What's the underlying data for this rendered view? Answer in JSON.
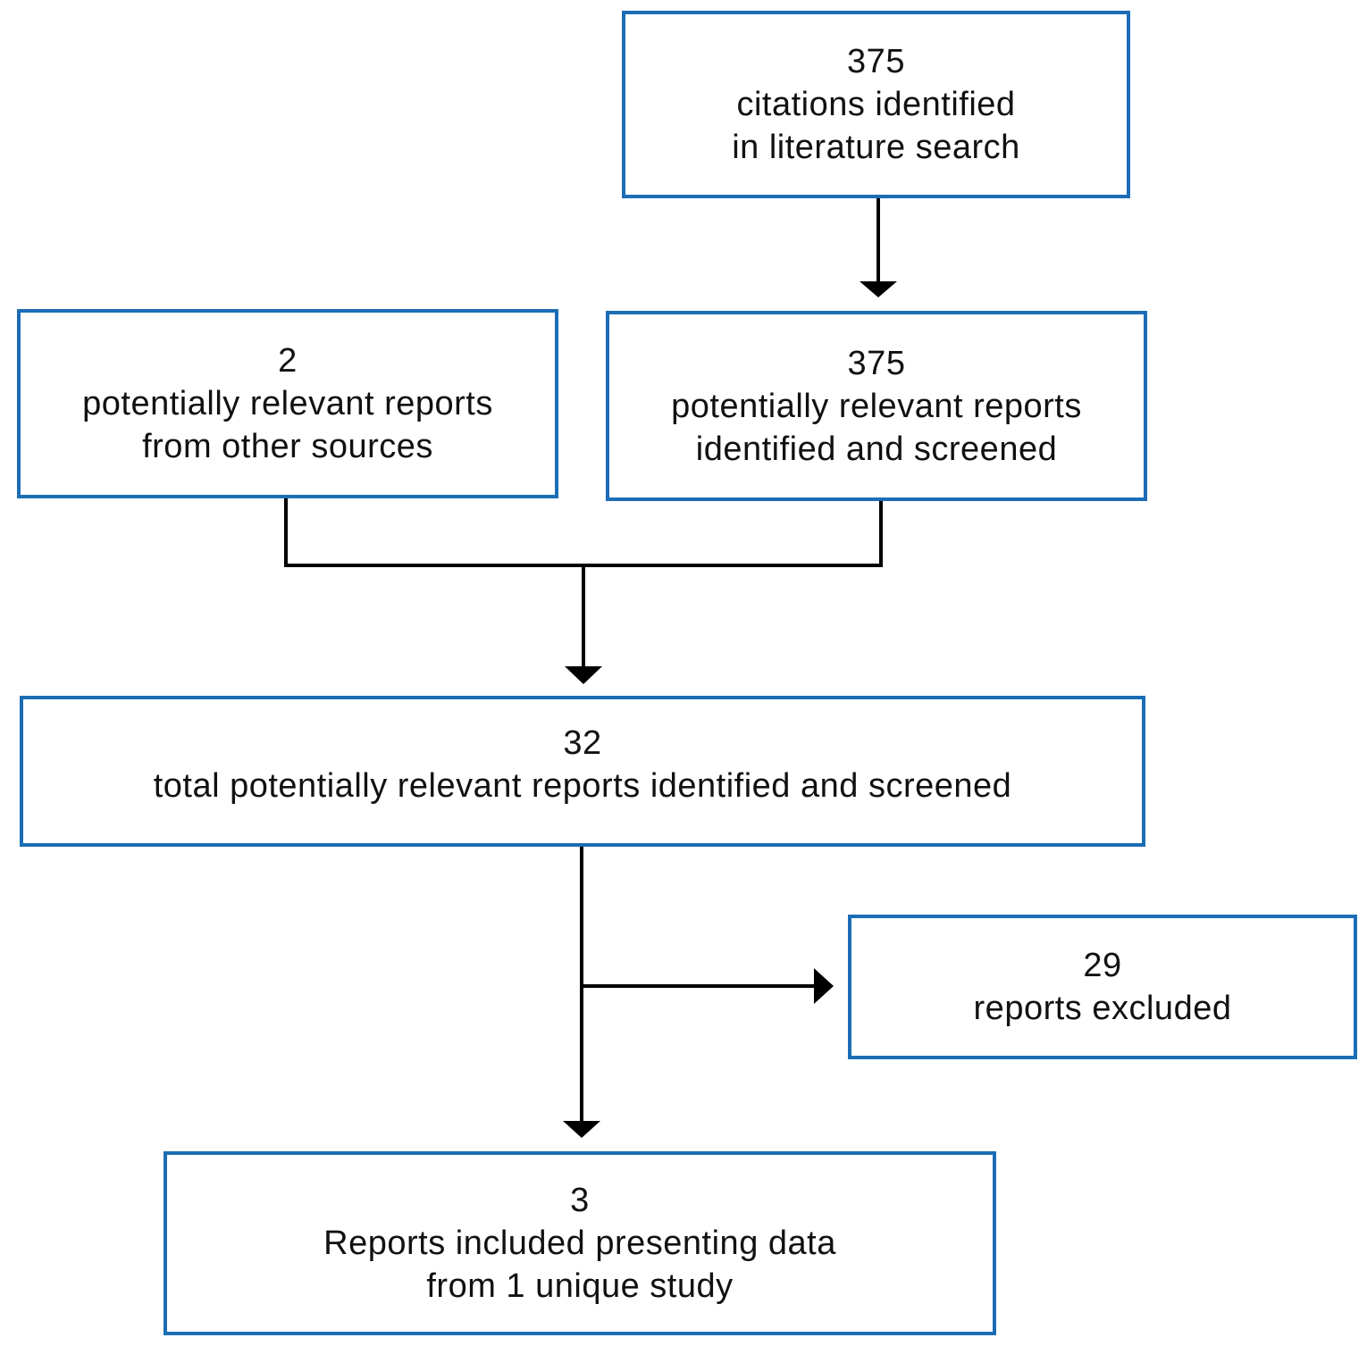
{
  "boxes": {
    "citations": {
      "count": "375",
      "line1": "citations identified",
      "line2": "in literature search"
    },
    "other_sources": {
      "count": "2",
      "line1": "potentially relevant reports",
      "line2": "from other sources"
    },
    "screened": {
      "count": "375",
      "line1": "potentially relevant reports",
      "line2": "identified and screened"
    },
    "total": {
      "count": "32",
      "line1": "total potentially relevant reports identified and screened"
    },
    "excluded": {
      "count": "29",
      "line1": "reports excluded"
    },
    "included": {
      "count": "3",
      "line1": "Reports included presenting data",
      "line2": "from 1 unique study"
    }
  },
  "colors": {
    "box_border": "#1b6db5",
    "connector": "#000000"
  }
}
